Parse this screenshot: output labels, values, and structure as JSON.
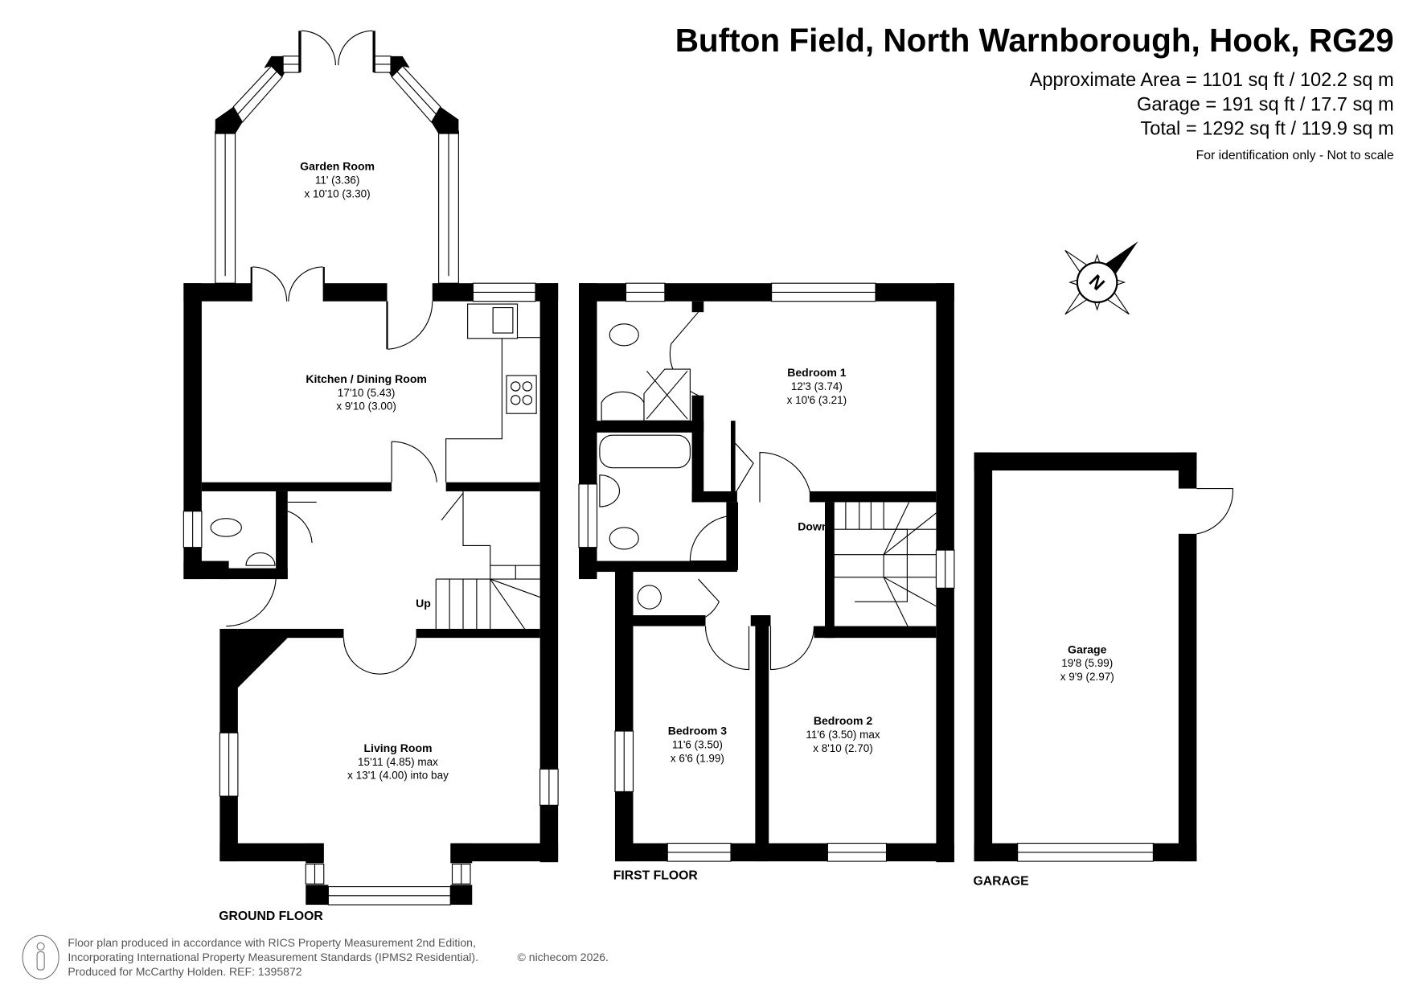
{
  "header": {
    "title": "Bufton Field, North Warnborough, Hook, RG29",
    "approx_area": "Approximate Area = 1101 sq ft / 102.2 sq m",
    "garage_area": "Garage = 191 sq ft / 17.7 sq m",
    "total_area": "Total = 1292 sq ft / 119.9 sq m",
    "disclaimer": "For identification only - Not to scale"
  },
  "floors": {
    "ground": "GROUND FLOOR",
    "first": "FIRST FLOOR",
    "garage": "GARAGE"
  },
  "rooms": {
    "garden_room": {
      "name": "Garden Room",
      "dim1": "11' (3.36)",
      "dim2": "x 10'10 (3.30)"
    },
    "kitchen": {
      "name": "Kitchen / Dining Room",
      "dim1": "17'10 (5.43)",
      "dim2": "x 9'10 (3.00)"
    },
    "living": {
      "name": "Living Room",
      "dim1": "15'11 (4.85) max",
      "dim2": "x 13'1 (4.00) into bay"
    },
    "bedroom1": {
      "name": "Bedroom 1",
      "dim1": "12'3 (3.74)",
      "dim2": "x 10'6 (3.21)"
    },
    "bedroom2": {
      "name": "Bedroom 2",
      "dim1": "11'6 (3.50) max",
      "dim2": "x 8'10 (2.70)"
    },
    "bedroom3": {
      "name": "Bedroom 3",
      "dim1": "11'6 (3.50)",
      "dim2": "x 6'6 (1.99)"
    },
    "garage": {
      "name": "Garage",
      "dim1": "19'8 (5.99)",
      "dim2": "x 9'9 (2.97)"
    }
  },
  "stairs": {
    "up": "Up",
    "down": "Down"
  },
  "compass": {
    "letter": "N",
    "icon": "compass-icon"
  },
  "footer": {
    "line1": "Floor plan produced in accordance with RICS Property Measurement 2nd Edition,",
    "line2": "Incorporating International Property Measurement Standards (IPMS2 Residential).",
    "copyright": "© nichecom 2026.",
    "line3": "Produced for McCarthy Holden.   REF:  1395872",
    "icon": "ipms-person-icon"
  }
}
